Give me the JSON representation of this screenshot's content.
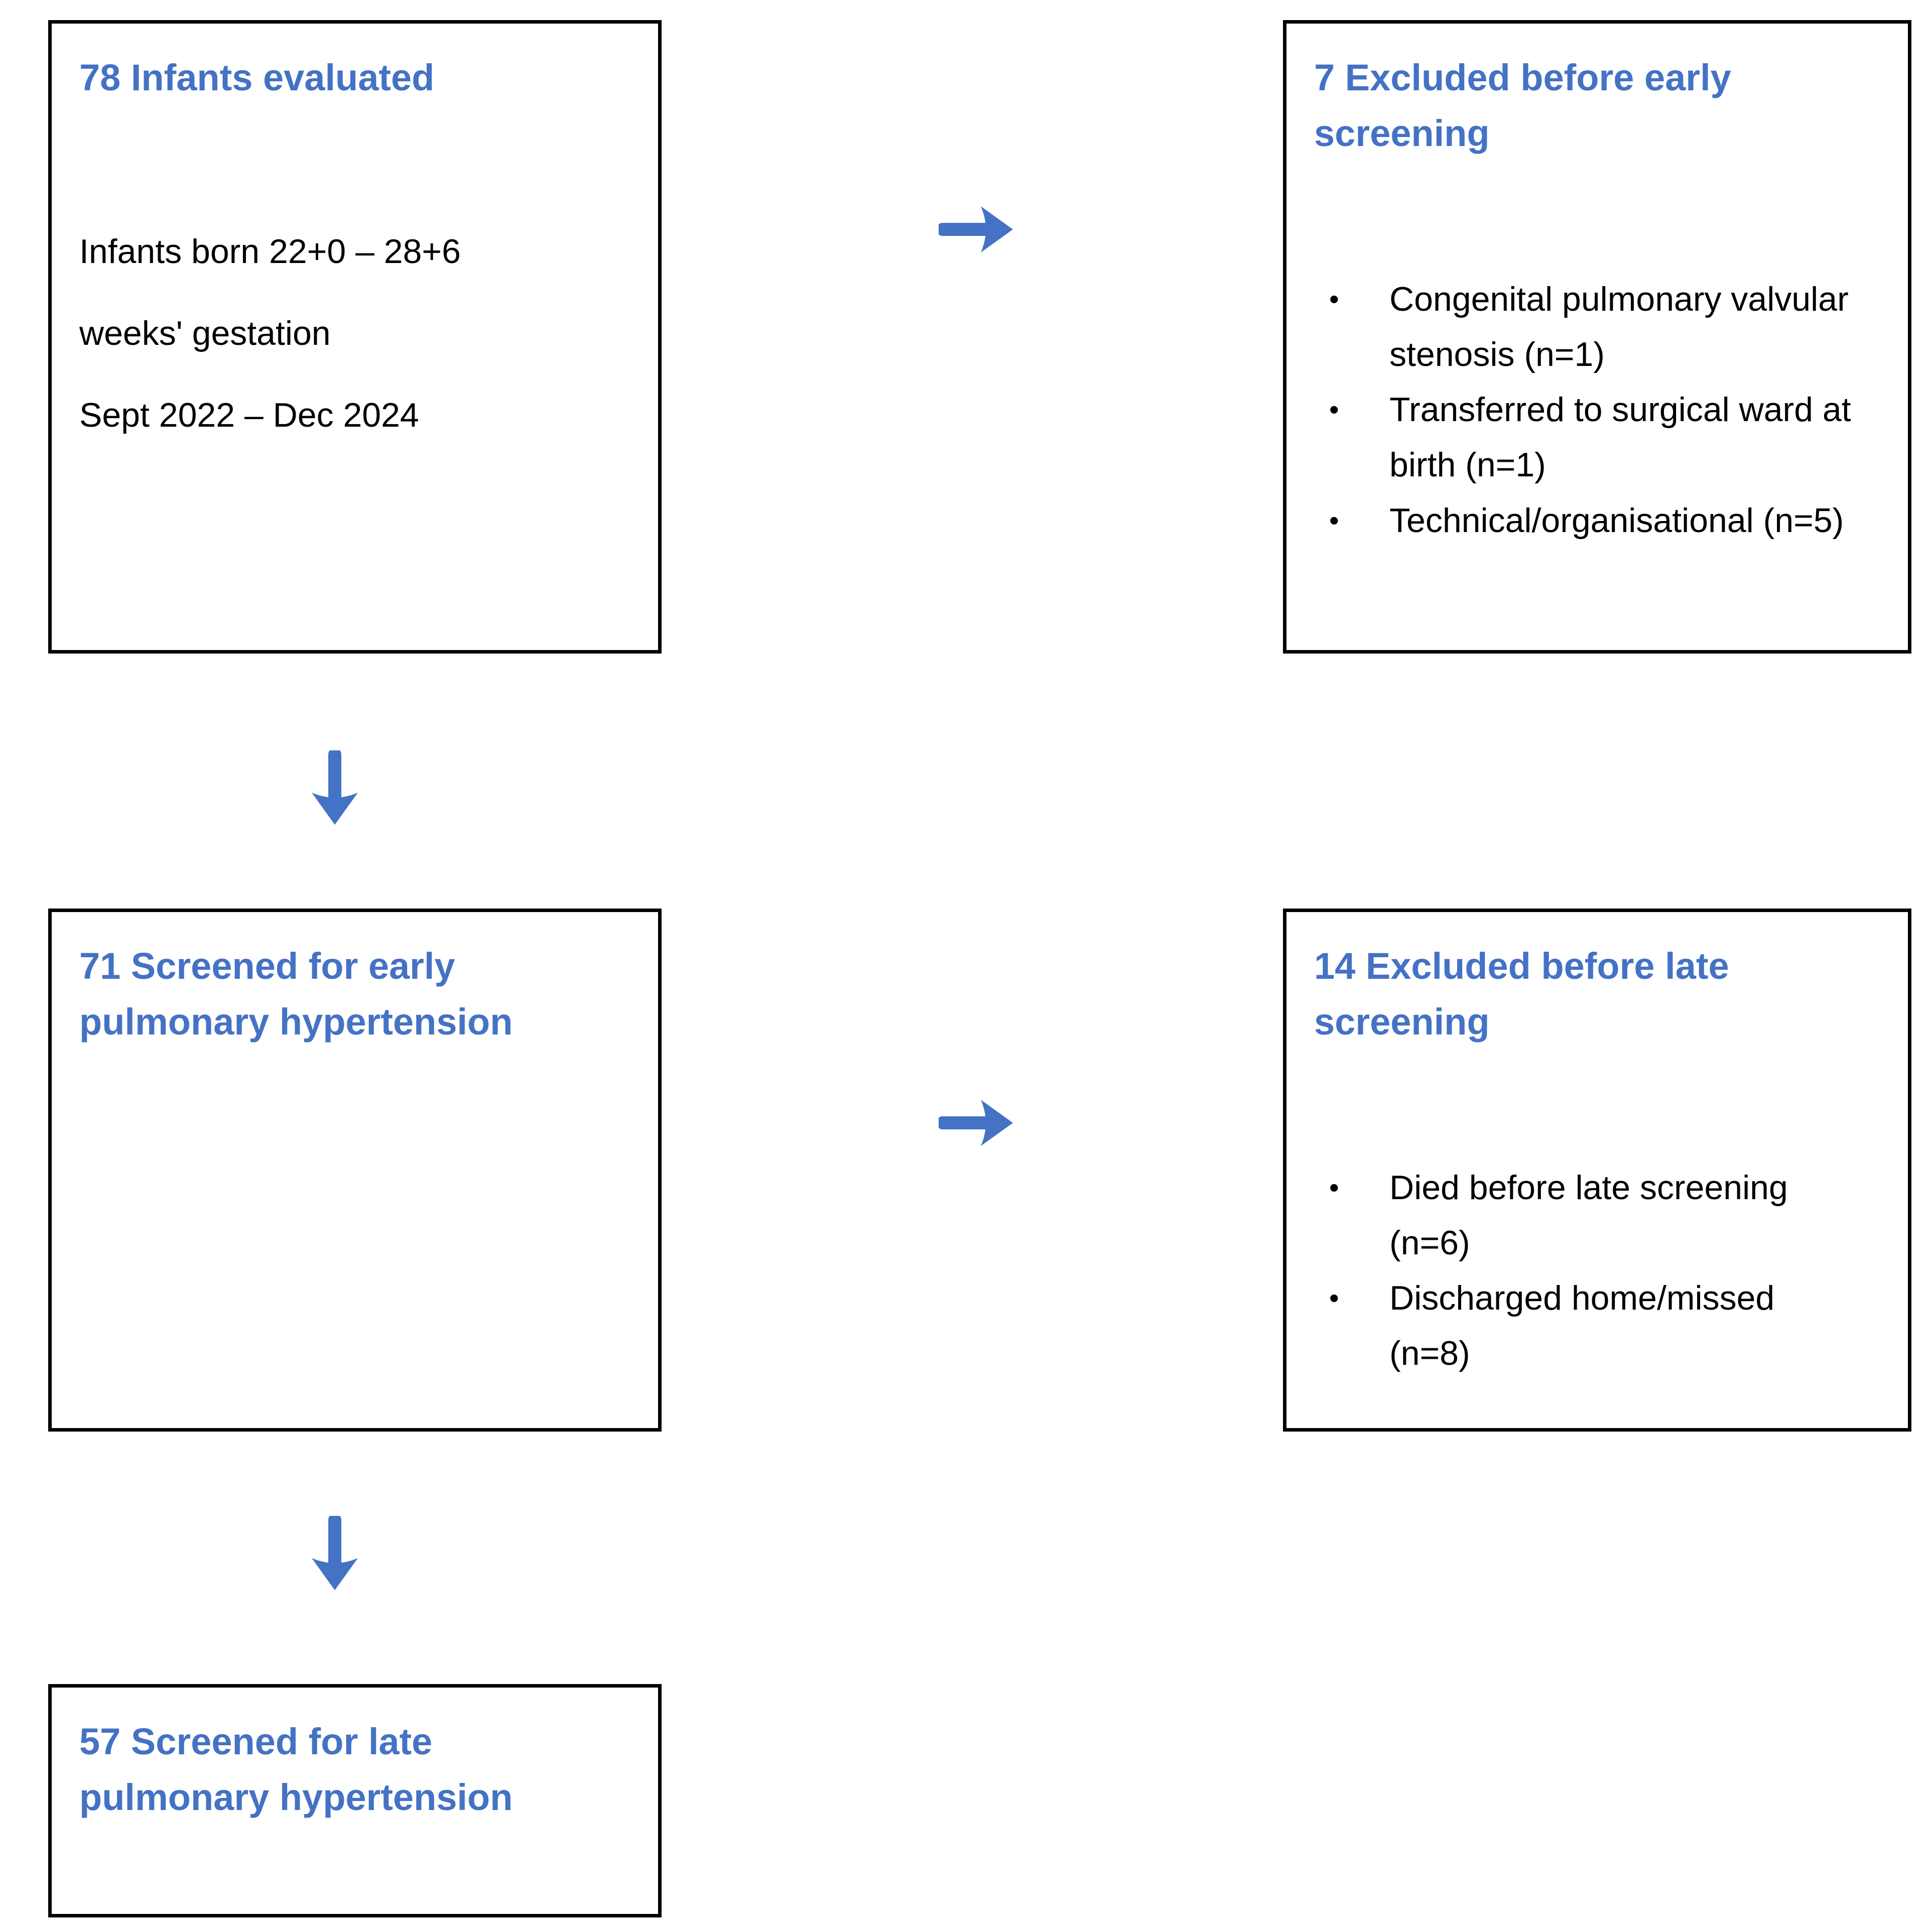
{
  "colors": {
    "accent": "#4472C4",
    "text": "#000000",
    "box_border": "#000000",
    "background": "#FFFFFF"
  },
  "glyphs": {
    "bullet": "•"
  },
  "flow": {
    "evaluated": {
      "title": "78 Infants evaluated",
      "lines": [
        "Infants born 22+0 – 28+6",
        "weeks' gestation",
        "Sept 2022 – Dec 2024"
      ]
    },
    "excluded_early": {
      "title": "7 Excluded before early screening",
      "bullets": [
        "Congenital pulmonary valvular stenosis (n=1)",
        "Transferred to surgical ward at birth (n=1)",
        "Technical/organisational (n=5)"
      ]
    },
    "screened_early": {
      "title": "71 Screened for early pulmonary hypertension"
    },
    "excluded_late": {
      "title": "14 Excluded before late screening",
      "bullets": [
        "Died before late screening (n=6)",
        "Discharged home/missed (n=8)"
      ]
    },
    "screened_late": {
      "title": "57 Screened for late pulmonary hypertension"
    }
  }
}
